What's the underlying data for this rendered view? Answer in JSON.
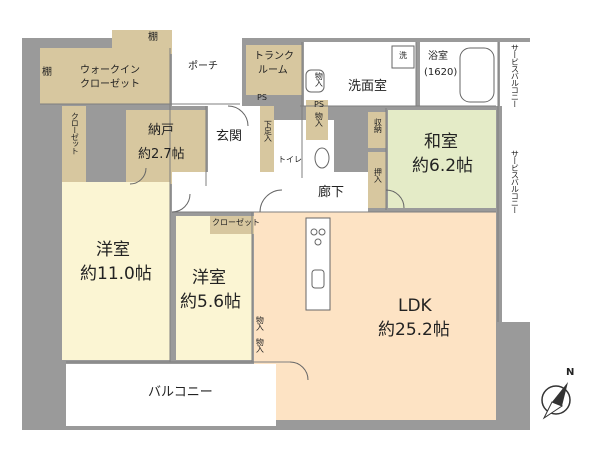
{
  "rooms": {
    "walkin_line1": "ウォークイン",
    "walkin_line2": "クローゼット",
    "shelf_left": "棚",
    "shelf_top": "棚",
    "porch": "ポーチ",
    "trunk_line1": "トランク",
    "trunk_line2": "ルーム",
    "ps_upper": "PS",
    "ps_lower": "PS",
    "storage_a": "物入",
    "storage_b": "物入",
    "storage_c": "物入",
    "storage_d": "物入",
    "wash_room": "洗面室",
    "wash_machine": "洗",
    "bath": "浴室",
    "bath_size": "(1620)",
    "service_balcony_top": "サービスバルコニー",
    "service_balcony_right": "サービスバルコニー",
    "closet_left": "クローゼット",
    "closet_top": "クローゼット",
    "nando": "納戸",
    "nando_size": "約2.7帖",
    "entrance": "玄関",
    "shoe_box": "下足入",
    "toilet": "トイレ",
    "shuno": "収納",
    "oshiire": "押入",
    "washitsu": "和室",
    "washitsu_size": "約6.2帖",
    "corridor": "廊下",
    "youshitsu1": "洋室",
    "youshitsu1_size": "約11.0帖",
    "youshitsu2": "洋室",
    "youshitsu2_size": "約5.6帖",
    "ldk": "LDK",
    "ldk_size": "約25.2帖",
    "balcony": "バルコニー",
    "north": "N"
  },
  "colors": {
    "wall": "#7f7f7f",
    "storage": "#d7c79f",
    "youshitsu": "#fbf5d3",
    "ldk": "#fde3c4",
    "washitsu": "#e4ebc7",
    "wet": "#ffffff",
    "floor": "#ffffff"
  }
}
